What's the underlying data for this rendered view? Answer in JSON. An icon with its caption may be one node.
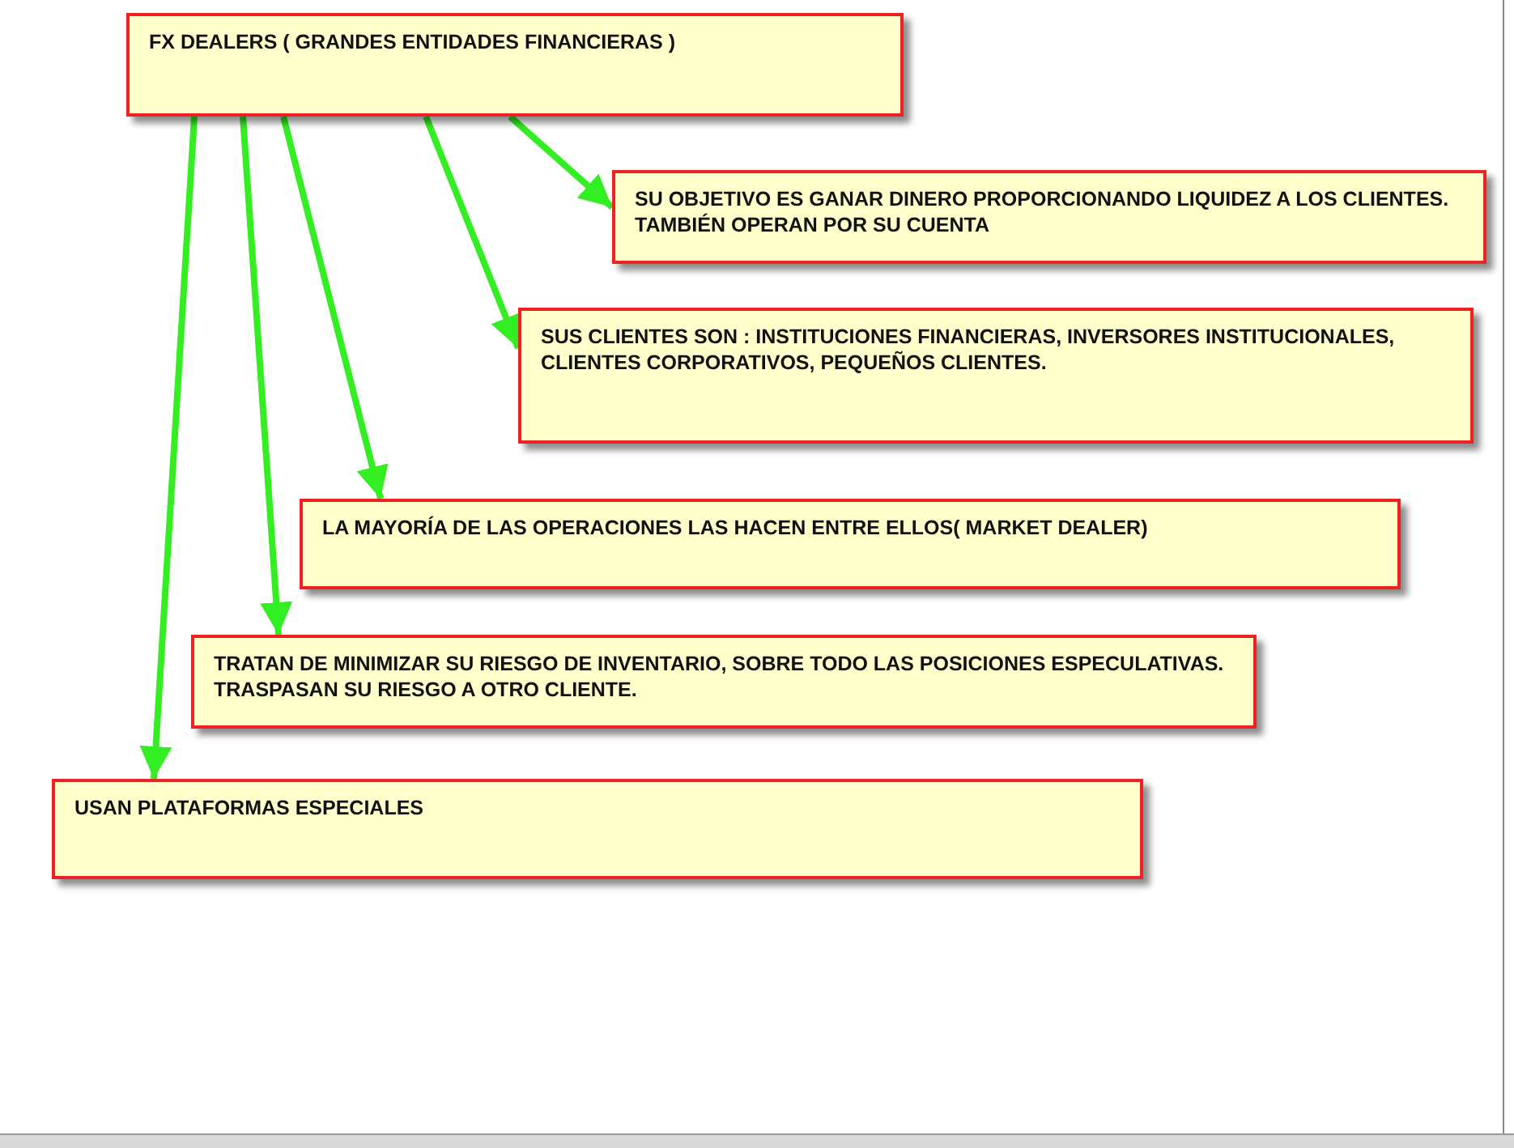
{
  "diagram": {
    "nodes": [
      {
        "text": [
          "FX DEALERS ( GRANDES ENTIDADES FINANCIERAS )"
        ]
      },
      {
        "text": [
          "SU OBJETIVO ES GANAR DINERO PROPORCIONANDO LIQUIDEZ A LOS CLIENTES. TAMBIÉN OPERAN POR SU CUENTA"
        ]
      },
      {
        "text": [
          "SUS CLIENTES SON :   INSTITUCIONES FINANCIERAS,  INVERSORES INSTITUCIONALES, CLIENTES CORPORATIVOS, PEQUEÑOS CLIENTES."
        ]
      },
      {
        "text": [
          "LA MAYORÍA DE LAS OPERACIONES LAS HACEN ENTRE ELLOS( MARKET DEALER)"
        ]
      },
      {
        "text": [
          "TRATAN DE MINIMIZAR SU RIESGO DE INVENTARIO, SOBRE TODO LAS POSICIONES ESPECULATIVAS. TRASPASAN SU RIESGO A OTRO CLIENTE."
        ]
      },
      {
        "text": [
          "USAN PLATAFORMAS ESPECIALES"
        ]
      }
    ],
    "edges": [
      {
        "from": 0,
        "to": 1,
        "arrow": "to"
      },
      {
        "from": 0,
        "to": 2,
        "arrow": "to"
      },
      {
        "from": 0,
        "to": 3,
        "arrow": "to"
      },
      {
        "from": 0,
        "to": 4,
        "arrow": "to"
      },
      {
        "from": 0,
        "to": 5,
        "arrow": "to"
      }
    ]
  }
}
